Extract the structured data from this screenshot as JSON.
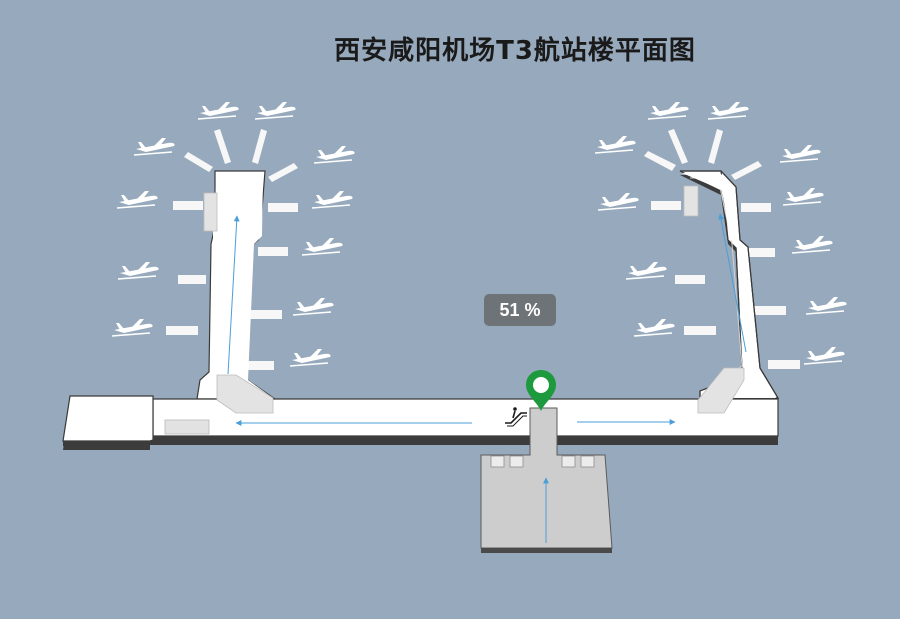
{
  "title": "西安咸阳机场T3航站楼平面图",
  "progress": {
    "label": "51 %",
    "value_percent": 51
  },
  "icons": {
    "location": "location-pin-icon",
    "escalator": "escalator-icon",
    "aircraft": "airplane-icon"
  },
  "colors": {
    "background": "#97a9bc",
    "concourse_fill": "#ffffff",
    "outline": "#3a3a3a",
    "flow_arrow": "#4a9fd8",
    "pin": "#1e9a3e",
    "entrance_block": "#cdcdcd",
    "gate_bridge": "#f7f7f7"
  }
}
